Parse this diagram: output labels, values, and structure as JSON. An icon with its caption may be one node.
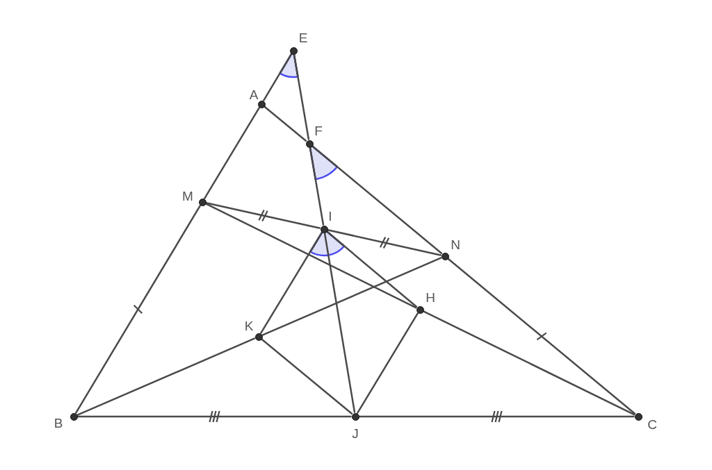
{
  "diagram": {
    "nodes": [
      {
        "text": [],
        "shape": "circle",
        "beside": [
          "E"
        ]
      },
      {
        "text": [],
        "shape": "circle",
        "beside": [
          "A"
        ]
      },
      {
        "text": [],
        "shape": "circle",
        "beside": [
          "F"
        ]
      },
      {
        "text": [],
        "shape": "circle",
        "beside": [
          "M"
        ]
      },
      {
        "text": [],
        "shape": "circle",
        "beside": [
          "I"
        ]
      },
      {
        "text": [],
        "shape": "circle",
        "beside": [
          "N"
        ]
      },
      {
        "text": [],
        "shape": "circle",
        "beside": [
          "H"
        ]
      },
      {
        "text": [],
        "shape": "circle",
        "beside": [
          "K"
        ]
      },
      {
        "text": [],
        "shape": "circle",
        "beside": [
          "B"
        ]
      },
      {
        "text": [],
        "shape": "circle",
        "beside": [
          "J"
        ]
      },
      {
        "text": [],
        "shape": "circle",
        "beside": [
          "C"
        ]
      }
    ],
    "edges": [
      {
        "from": 8,
        "to": 3,
        "arrow": "none"
      },
      {
        "from": 3,
        "to": 1,
        "arrow": "none"
      },
      {
        "from": 1,
        "to": 0,
        "arrow": "none"
      },
      {
        "from": 1,
        "to": 2,
        "arrow": "none"
      },
      {
        "from": 2,
        "to": 5,
        "arrow": "none"
      },
      {
        "from": 5,
        "to": 10,
        "arrow": "none"
      },
      {
        "from": 0,
        "to": 2,
        "arrow": "none"
      },
      {
        "from": 2,
        "to": 4,
        "arrow": "none"
      },
      {
        "from": 4,
        "to": 9,
        "arrow": "none"
      },
      {
        "from": 3,
        "to": 4,
        "arrow": "none"
      },
      {
        "from": 4,
        "to": 5,
        "arrow": "none"
      },
      {
        "from": 3,
        "to": 6,
        "arrow": "none"
      },
      {
        "from": 6,
        "to": 10,
        "arrow": "none"
      },
      {
        "from": 8,
        "to": 7,
        "arrow": "none"
      },
      {
        "from": 7,
        "to": 5,
        "arrow": "none"
      },
      {
        "from": 8,
        "to": 9,
        "arrow": "none"
      },
      {
        "from": 9,
        "to": 10,
        "arrow": "none"
      },
      {
        "from": 4,
        "to": 7,
        "arrow": "none"
      },
      {
        "from": 4,
        "to": 6,
        "arrow": "none"
      },
      {
        "from": 7,
        "to": 9,
        "arrow": "none"
      },
      {
        "from": 9,
        "to": 6,
        "arrow": "none"
      }
    ]
  }
}
